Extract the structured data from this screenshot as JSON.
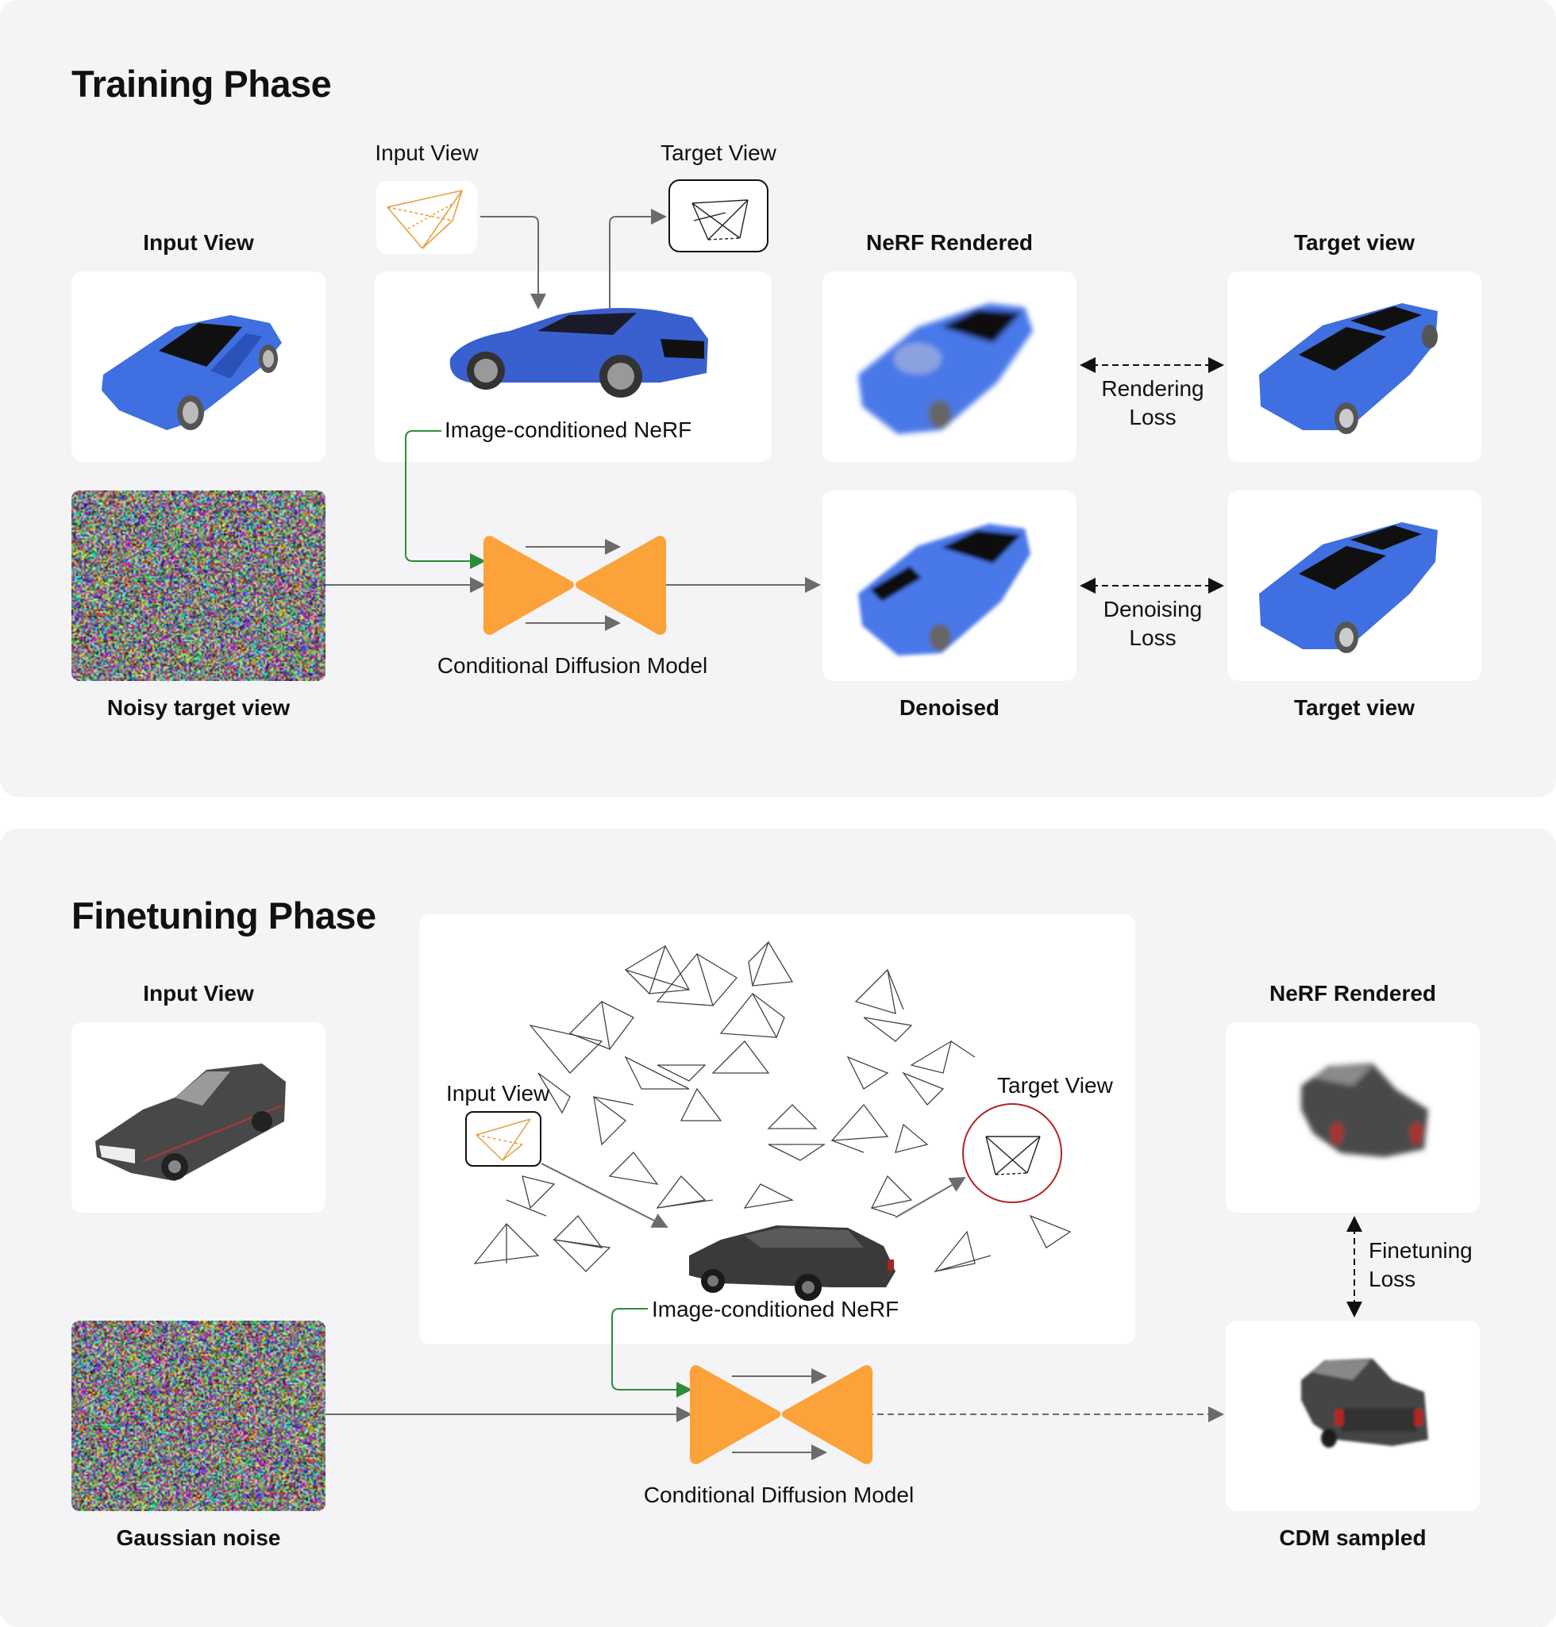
{
  "training": {
    "title": "Training Phase",
    "input_view_label": "Input View",
    "camera_input_label": "Input View",
    "camera_target_label": "Target View",
    "nerf_label": "Image-conditioned NeRF",
    "nerf_rendered_label": "NeRF Rendered",
    "target_view_label_top": "Target view",
    "rendering_loss_line1": "Rendering",
    "rendering_loss_line2": "Loss",
    "noisy_label": "Noisy target view",
    "cdm_label": "Conditional Diffusion Model",
    "denoised_label": "Denoised",
    "denoising_loss_line1": "Denoising",
    "denoising_loss_line2": "Loss",
    "target_view_label_bottom": "Target view"
  },
  "finetuning": {
    "title": "Finetuning Phase",
    "input_view_label": "Input View",
    "camera_input_label": "Input View",
    "camera_target_label": "Target View",
    "nerf_label": "Image-conditioned NeRF",
    "nerf_rendered_label": "NeRF Rendered",
    "finetuning_loss_line1": "Finetuning",
    "finetuning_loss_line2": "Loss",
    "gaussian_label": "Gaussian noise",
    "cdm_label": "Conditional Diffusion Model",
    "cdm_sampled_label": "CDM sampled"
  },
  "colors": {
    "panel_bg": "#f4f4f6",
    "card_bg": "#ffffff",
    "cdm_orange": "#fba23a",
    "arrow_gray": "#6b6b6b",
    "conditioning_green": "#2e8b3a",
    "car_blue": "#3f6fe0",
    "car_gray": "#4a4a4a",
    "camera_orange": "#e8a040",
    "target_circle": "#b22222"
  },
  "icons": [
    "car-image",
    "camera-frustum-icon",
    "noise-image",
    "hourglass-cdm-icon",
    "arrow-icon"
  ]
}
